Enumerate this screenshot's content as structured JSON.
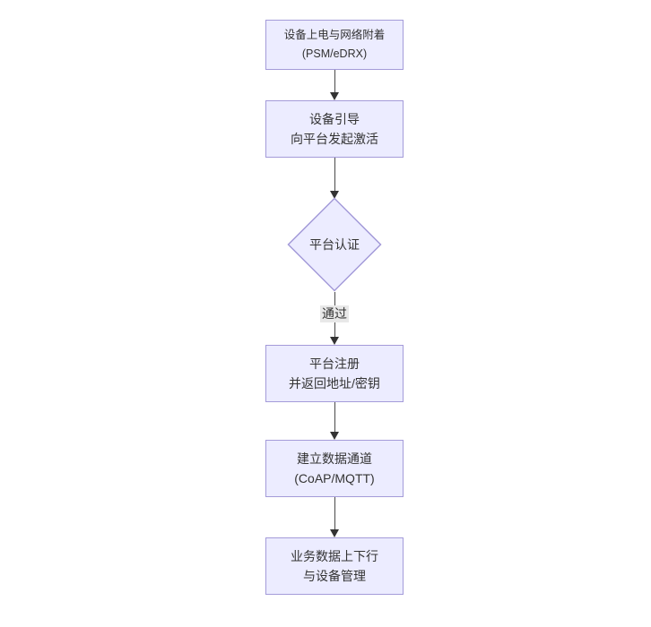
{
  "diagram": {
    "type": "flowchart",
    "direction": "top-down",
    "colors": {
      "background": "#ffffff",
      "node_fill": "#ECECFF",
      "node_border": "#A49BD9",
      "node_text": "#333333",
      "edge_line": "#4a4a4a",
      "arrowhead": "#333333",
      "edge_label_bg": "#e8e8e8",
      "edge_label_text": "#333333"
    },
    "nodes": [
      {
        "id": "power-attach",
        "shape": "rect",
        "lines": [
          "设备上电与网络附着",
          "(PSM/eDRX)"
        ]
      },
      {
        "id": "bootstrap",
        "shape": "rect",
        "lines": [
          "设备引导",
          "向平台发起激活"
        ]
      },
      {
        "id": "platform-auth",
        "shape": "diamond",
        "lines": [
          "平台认证"
        ]
      },
      {
        "id": "platform-register",
        "shape": "rect",
        "lines": [
          "平台注册",
          "并返回地址/密钥"
        ]
      },
      {
        "id": "data-channel",
        "shape": "rect",
        "lines": [
          "建立数据通道",
          "(CoAP/MQTT)"
        ]
      },
      {
        "id": "business-data",
        "shape": "rect",
        "lines": [
          "业务数据上下行",
          "与设备管理"
        ]
      }
    ],
    "edges": [
      {
        "from": "power-attach",
        "to": "bootstrap",
        "label": ""
      },
      {
        "from": "bootstrap",
        "to": "platform-auth",
        "label": ""
      },
      {
        "from": "platform-auth",
        "to": "platform-register",
        "label": "通过"
      },
      {
        "from": "platform-register",
        "to": "data-channel",
        "label": ""
      },
      {
        "from": "data-channel",
        "to": "business-data",
        "label": ""
      }
    ]
  }
}
